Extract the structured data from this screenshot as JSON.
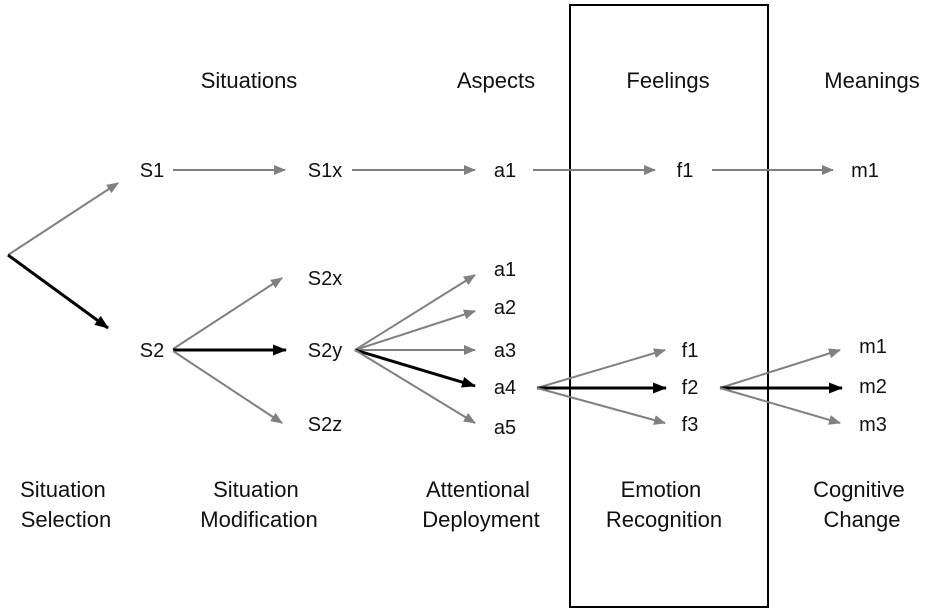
{
  "headers": {
    "situations": "Situations",
    "aspects": "Aspects",
    "feelings": "Feelings",
    "meanings": "Meanings"
  },
  "nodes": {
    "s1": "S1",
    "s1x": "S1x",
    "a1_top": "a1",
    "f1_top": "f1",
    "m1_top": "m1",
    "s2": "S2",
    "s2x": "S2x",
    "s2y": "S2y",
    "s2z": "S2z",
    "a1": "a1",
    "a2": "a2",
    "a3": "a3",
    "a4": "a4",
    "a5": "a5",
    "f1": "f1",
    "f2": "f2",
    "f3": "f3",
    "m1": "m1",
    "m2": "m2",
    "m3": "m3"
  },
  "stages": {
    "selection": [
      "Situation",
      "Selection"
    ],
    "modification": [
      "Situation",
      "Modification"
    ],
    "deployment": [
      "Attentional",
      "Deployment"
    ],
    "recognition": [
      "Emotion",
      "Recognition"
    ],
    "change": [
      "Cognitive",
      "Change"
    ]
  },
  "colors": {
    "primary_path": "#000000",
    "alternative_path": "#808080",
    "text": "#111111",
    "frame": "#000000"
  }
}
